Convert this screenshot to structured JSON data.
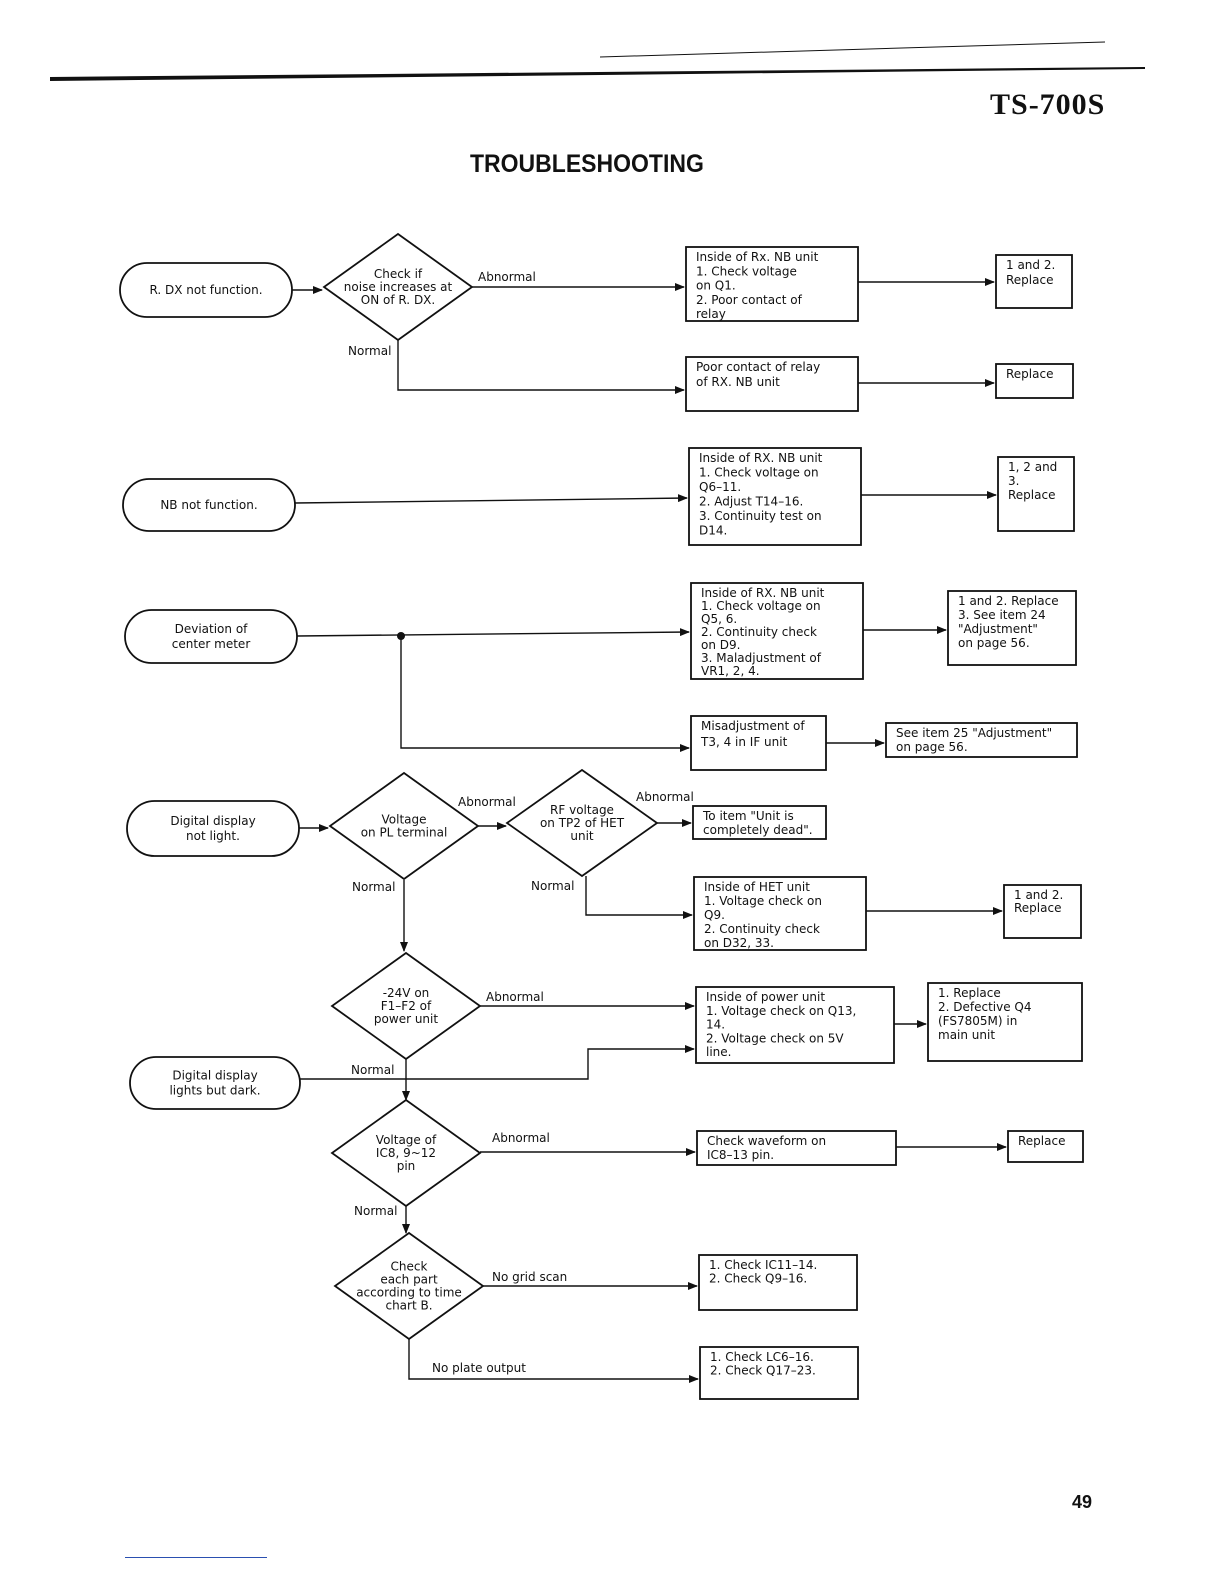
{
  "header": {
    "model": "TS-700S",
    "title": "TROUBLESHOOTING",
    "page_number": "49"
  },
  "flow": {
    "rdx": {
      "start": [
        "R. DX not function."
      ],
      "decision": [
        "Check if",
        "noise increases at",
        "ON of R. DX."
      ],
      "abnormal": "Abnormal",
      "normal": "Normal",
      "box1": [
        "Inside of Rx. NB unit",
        "1.  Check voltage",
        "     on Q1.",
        "2.  Poor contact of",
        "     relay"
      ],
      "result1": [
        "1 and 2.",
        "Replace"
      ],
      "box2": [
        "Poor contact of relay",
        "of RX. NB unit"
      ],
      "result2": [
        "Replace"
      ]
    },
    "nb": {
      "start": [
        "NB not function."
      ],
      "box": [
        "Inside of RX. NB unit",
        "1.  Check voltage on",
        "     Q6–11.",
        "2.  Adjust T14–16.",
        "3.  Continuity test on",
        "     D14."
      ],
      "result": [
        "1, 2 and",
        "3.",
        "Replace"
      ]
    },
    "deviation": {
      "start": [
        "Deviation of",
        "center meter"
      ],
      "box1": [
        "Inside of RX. NB unit",
        "1.  Check voltage on",
        "     Q5, 6.",
        "2.  Continuity check",
        "     on D9.",
        "3.  Maladjustment of",
        "     VR1, 2, 4."
      ],
      "result1": [
        "1 and 2.  Replace",
        "3.  See item 24",
        "     \"Adjustment\"",
        "     on page 56."
      ],
      "box2": [
        "Misadjustment of",
        "T3, 4 in IF unit"
      ],
      "result2": [
        "See item 25 \"Adjustment\"",
        "on page 56."
      ]
    },
    "display": {
      "start": [
        "Digital display",
        "not light."
      ],
      "decision1": [
        "Voltage",
        "on PL terminal"
      ],
      "abnormal1": "Abnormal",
      "normal1": "Normal",
      "decision2": [
        "RF voltage",
        "on TP2 of HET",
        "unit"
      ],
      "abnormal2": "Abnormal",
      "normal2": "Normal",
      "box_dead": [
        "To item \"Unit is",
        "completely dead\"."
      ],
      "box_het": [
        "Inside of HET unit",
        "1.  Voltage check on",
        "     Q9.",
        "2.  Continuity check",
        "     on D32, 33."
      ],
      "result_het": [
        "1 and 2.",
        "Replace"
      ],
      "decision3": [
        "-24V on",
        "F1–F2 of",
        "power unit"
      ],
      "abnormal3": "Abnormal",
      "normal3": "Normal",
      "box_power": [
        "Inside of power unit",
        "1.  Voltage check on Q13,",
        "     14.",
        "2.  Voltage check on 5V",
        "     line."
      ],
      "result_power": [
        "1.  Replace",
        "2.  Defective Q4",
        "     (FS7805M) in",
        "     main unit"
      ],
      "start2": [
        "Digital display",
        "lights but dark."
      ],
      "decision4": [
        "Voltage of",
        "IC8, 9~12",
        "pin"
      ],
      "abnormal4": "Abnormal",
      "normal4": "Normal",
      "box_wave": [
        "Check waveform on",
        "IC8–13 pin."
      ],
      "result_wave": [
        "Replace"
      ],
      "decision5": [
        "Check",
        "each part",
        "according to time",
        "chart B."
      ],
      "label_grid": "No grid scan",
      "label_plate": "No plate output",
      "box_grid": [
        "1.  Check IC11–14.",
        "2.  Check Q9–16."
      ],
      "box_plate": [
        "1.  Check LC6–16.",
        "2.  Check Q17–23."
      ]
    }
  }
}
